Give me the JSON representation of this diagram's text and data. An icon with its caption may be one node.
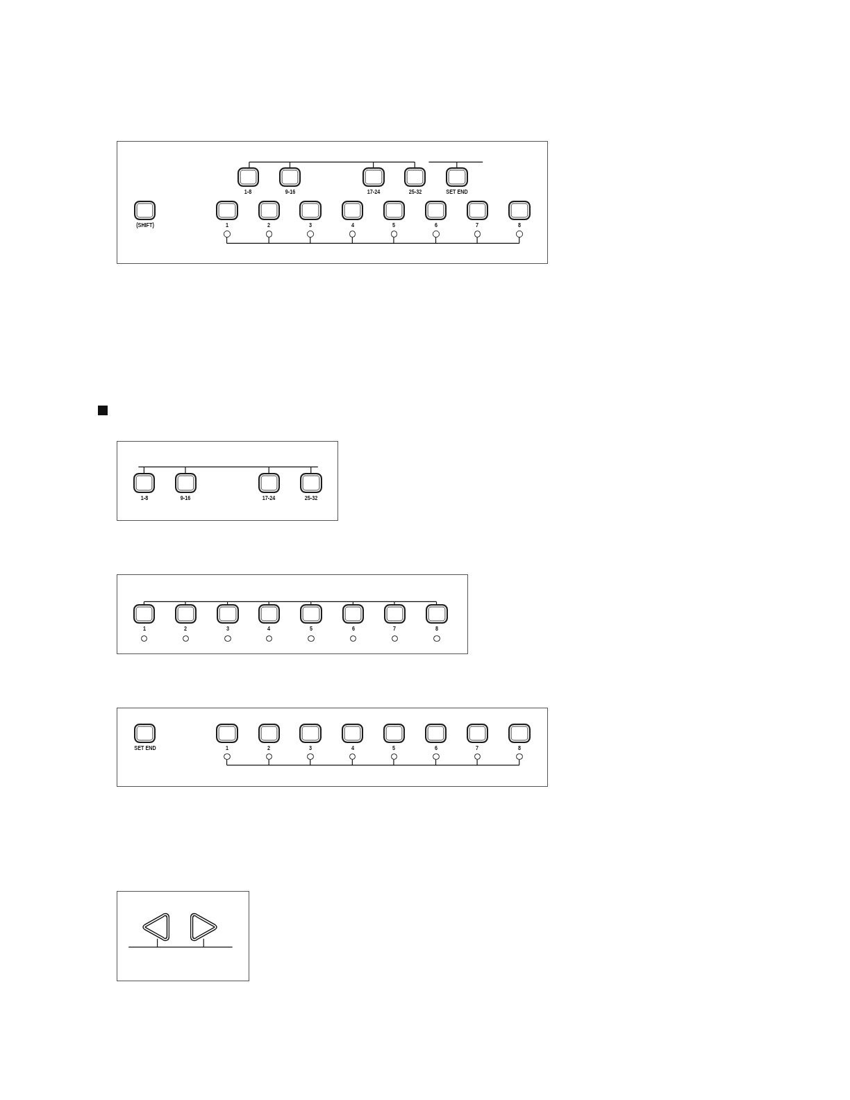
{
  "diagram": {
    "nodes": [
      {
        "text": [],
        "shape": "box"
      },
      {
        "text": [
          "1-8"
        ],
        "in": 0
      },
      {
        "text": [
          "9-16"
        ],
        "in": 0
      },
      {
        "text": [
          "17-24"
        ],
        "in": 0
      },
      {
        "text": [
          "25-32"
        ],
        "in": 0
      },
      {
        "text": [
          "SET END"
        ],
        "in": 0
      },
      {
        "text": [
          "(SHIFT)"
        ],
        "in": 0
      },
      {
        "text": [
          "1"
        ],
        "in": 0
      },
      {
        "text": [
          "2"
        ],
        "in": 0
      },
      {
        "text": [
          "3"
        ],
        "in": 0
      },
      {
        "text": [
          "4"
        ],
        "in": 0
      },
      {
        "text": [
          "5"
        ],
        "in": 0
      },
      {
        "text": [
          "6"
        ],
        "in": 0
      },
      {
        "text": [
          "7"
        ],
        "in": 0
      },
      {
        "text": [
          "8"
        ],
        "in": 0
      },
      {
        "text": [],
        "shape": "circle",
        "in": 0
      },
      {
        "text": [],
        "shape": "circle",
        "in": 0
      },
      {
        "text": [],
        "shape": "circle",
        "in": 0
      },
      {
        "text": [],
        "shape": "circle",
        "in": 0
      },
      {
        "text": [],
        "shape": "circle",
        "in": 0
      },
      {
        "text": [],
        "shape": "circle",
        "in": 0
      },
      {
        "text": [],
        "shape": "circle",
        "in": 0
      },
      {
        "text": [],
        "shape": "circle",
        "in": 0
      },
      {
        "text": [],
        "shape": "box"
      },
      {
        "text": [
          "1-8"
        ],
        "in": 23
      },
      {
        "text": [
          "9-16"
        ],
        "in": 23
      },
      {
        "text": [
          "17-24"
        ],
        "in": 23
      },
      {
        "text": [
          "25-32"
        ],
        "in": 23
      },
      {
        "text": [],
        "shape": "box"
      },
      {
        "text": [
          "1"
        ],
        "in": 28
      },
      {
        "text": [
          "2"
        ],
        "in": 28
      },
      {
        "text": [
          "3"
        ],
        "in": 28
      },
      {
        "text": [
          "4"
        ],
        "in": 28
      },
      {
        "text": [
          "5"
        ],
        "in": 28
      },
      {
        "text": [
          "6"
        ],
        "in": 28
      },
      {
        "text": [
          "7"
        ],
        "in": 28
      },
      {
        "text": [
          "8"
        ],
        "in": 28
      },
      {
        "text": [],
        "shape": "circle",
        "in": 28
      },
      {
        "text": [],
        "shape": "circle",
        "in": 28
      },
      {
        "text": [],
        "shape": "circle",
        "in": 28
      },
      {
        "text": [],
        "shape": "circle",
        "in": 28
      },
      {
        "text": [],
        "shape": "circle",
        "in": 28
      },
      {
        "text": [],
        "shape": "circle",
        "in": 28
      },
      {
        "text": [],
        "shape": "circle",
        "in": 28
      },
      {
        "text": [],
        "shape": "circle",
        "in": 28
      },
      {
        "text": [],
        "shape": "box"
      },
      {
        "text": [
          "SET END"
        ],
        "in": 45
      },
      {
        "text": [
          "1"
        ],
        "in": 45
      },
      {
        "text": [
          "2"
        ],
        "in": 45
      },
      {
        "text": [
          "3"
        ],
        "in": 45
      },
      {
        "text": [
          "4"
        ],
        "in": 45
      },
      {
        "text": [
          "5"
        ],
        "in": 45
      },
      {
        "text": [
          "6"
        ],
        "in": 45
      },
      {
        "text": [
          "7"
        ],
        "in": 45
      },
      {
        "text": [
          "8"
        ],
        "in": 45
      },
      {
        "text": [],
        "shape": "circle",
        "in": 45
      },
      {
        "text": [],
        "shape": "circle",
        "in": 45
      },
      {
        "text": [],
        "shape": "circle",
        "in": 45
      },
      {
        "text": [],
        "shape": "circle",
        "in": 45
      },
      {
        "text": [],
        "shape": "circle",
        "in": 45
      },
      {
        "text": [],
        "shape": "circle",
        "in": 45
      },
      {
        "text": [],
        "shape": "circle",
        "in": 45
      },
      {
        "text": [],
        "shape": "circle",
        "in": 45
      },
      {
        "text": [],
        "shape": "box"
      },
      {
        "text": [],
        "shape": "triangle",
        "in": 63
      },
      {
        "text": [],
        "shape": "triangle",
        "in": 63
      }
    ]
  }
}
